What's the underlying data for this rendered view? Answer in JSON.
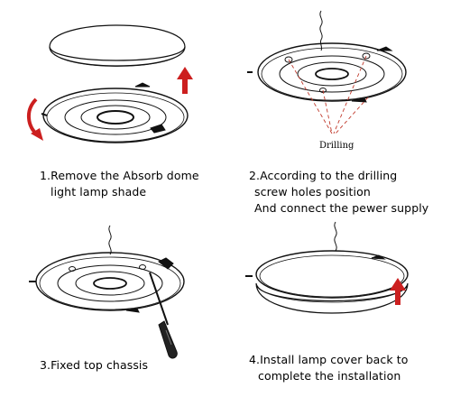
{
  "steps": [
    {
      "lines": [
        "1.Remove the Absorb dome",
        "light lamp shade"
      ]
    },
    {
      "lines": [
        "2.According to the drilling",
        "screw holes position",
        "And connect the pewer supply"
      ]
    },
    {
      "lines": [
        "3.Fixed top chassis"
      ]
    },
    {
      "lines": [
        "4.Install lamp cover back to",
        "complete the installation"
      ]
    }
  ],
  "callouts": {
    "drilling": "Drilling"
  },
  "colors": {
    "line": "#111111",
    "arrow": "#cc1f1f",
    "drill_lines": "#c0392b"
  },
  "icons": [
    "rotate-arrow-icon",
    "up-arrow-icon",
    "screwdriver-icon",
    "power-wire-icon"
  ]
}
